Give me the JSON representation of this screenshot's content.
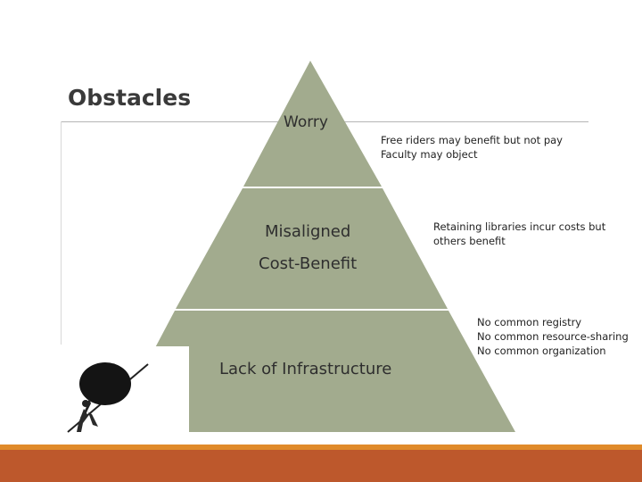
{
  "slide": {
    "title": "Obstacles"
  },
  "pyramid": {
    "fill_color": "#a2ab8e",
    "tiers": [
      {
        "label_lines": [
          "Worry"
        ]
      },
      {
        "label_lines": [
          "Misaligned",
          "Cost-Benefit"
        ]
      },
      {
        "label_lines": [
          "Lack of Infrastructure"
        ]
      }
    ]
  },
  "notes": [
    {
      "lines": [
        "Free riders may benefit but not pay",
        "Faculty may object"
      ]
    },
    {
      "lines": [
        "Retaining libraries incur costs but",
        "others benefit"
      ]
    },
    {
      "lines": [
        "No common registry",
        "No common resource-sharing",
        "No common organization"
      ]
    }
  ],
  "illustration": {
    "icon": "sisyphus-boulder-icon"
  },
  "colors": {
    "accent_band": "#bd582c",
    "accent_band_light": "#e08a2a"
  }
}
